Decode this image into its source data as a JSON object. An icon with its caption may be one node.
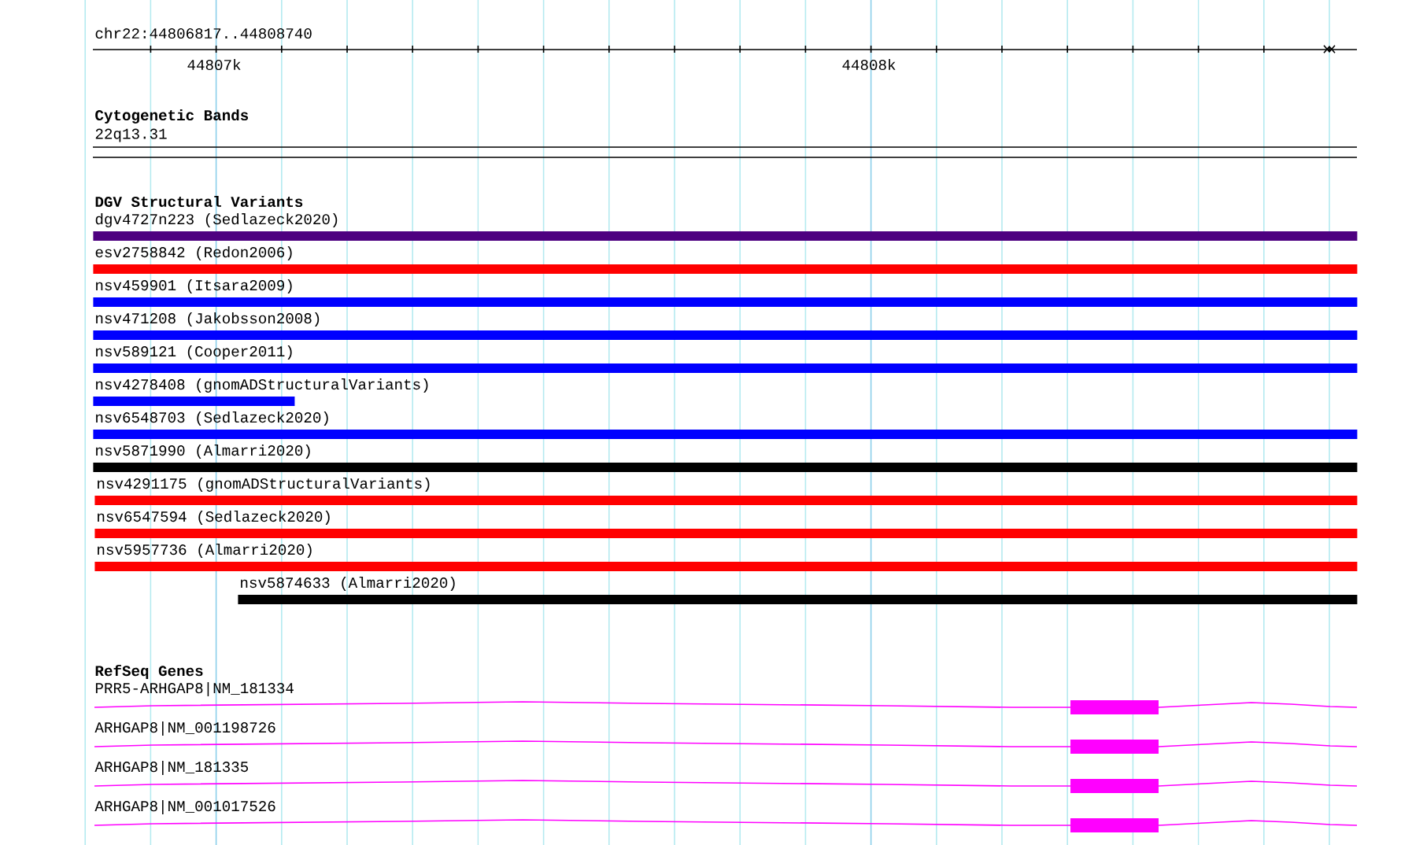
{
  "diagram": {
    "title": "chr22:44806817..44808740",
    "nodes": [
      {
        "text": [
          "22q13.31"
        ]
      },
      {
        "text": [
          "dgv4727n223 (Sedlazeck2020)"
        ]
      },
      {
        "text": [
          "esv2758842 (Redon2006)"
        ]
      },
      {
        "text": [
          "nsv459901 (Itsara2009)"
        ]
      },
      {
        "text": [
          "nsv471208 (Jakobsson2008)"
        ]
      },
      {
        "text": [
          "nsv589121 (Cooper2011)"
        ]
      },
      {
        "text": [
          "nsv4278408 (gnomADStructuralVariants)"
        ]
      },
      {
        "text": [
          "nsv6548703 (Sedlazeck2020)"
        ]
      },
      {
        "text": [
          "nsv5871990 (Almarri2020)"
        ]
      },
      {
        "text": [
          "nsv4291175 (gnomADStructuralVariants)"
        ]
      },
      {
        "text": [
          "nsv6547594 (Sedlazeck2020)"
        ]
      },
      {
        "text": [
          "nsv5957736 (Almarri2020)"
        ]
      },
      {
        "text": [
          "nsv5874633 (Almarri2020)"
        ]
      },
      {
        "text": [
          "PRR5-ARHGAP8|NM_181334"
        ]
      },
      {
        "text": [
          "ARHGAP8|NM_001198726"
        ]
      },
      {
        "text": [
          "ARHGAP8|NM_181335"
        ]
      },
      {
        "text": [
          "ARHGAP8|NM_001017526"
        ]
      }
    ],
    "labels": [
      "44807k",
      "44808k",
      "Cytogenetic Bands",
      "DGV Structural Variants",
      "RefSeq Genes"
    ]
  }
}
